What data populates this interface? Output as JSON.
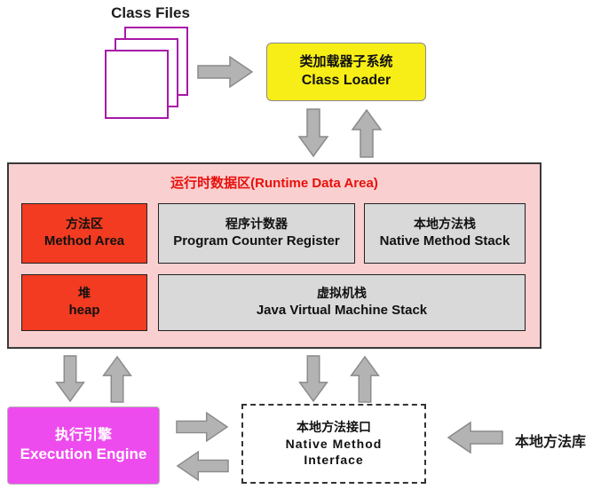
{
  "class_files": {
    "label": "Class Files"
  },
  "class_loader": {
    "zh": "类加载器子系统",
    "en": "Class Loader"
  },
  "runtime_data_area": {
    "title": "运行时数据区(Runtime Data Area)",
    "method_area": {
      "zh": "方法区",
      "en": "Method Area"
    },
    "program_counter": {
      "zh": "程序计数器",
      "en": "Program Counter Register"
    },
    "native_method_stack": {
      "zh": "本地方法栈",
      "en": "Native Method Stack"
    },
    "heap": {
      "zh": "堆",
      "en": "heap"
    },
    "jvm_stack": {
      "zh": "虚拟机栈",
      "en": "Java Virtual Machine Stack"
    }
  },
  "execution_engine": {
    "zh": "执行引擎",
    "en": "Execution Engine"
  },
  "native_method_interface": {
    "zh": "本地方法接口",
    "en_line1": "Native Method",
    "en_line2": "Interface"
  },
  "native_method_library": {
    "label": "本地方法库"
  },
  "colors": {
    "class_loader_bg": "#f7ee17",
    "runtime_bg": "#f9cfcf",
    "runtime_title_text": "#e8100c",
    "red_box_bg": "#f23b20",
    "gray_box_bg": "#d9d9d9",
    "execution_engine_bg": "#ee4bee",
    "file_icon_border": "#a818a8",
    "arrow_fill": "#b3b3b3",
    "arrow_stroke": "#8a8a8a"
  }
}
